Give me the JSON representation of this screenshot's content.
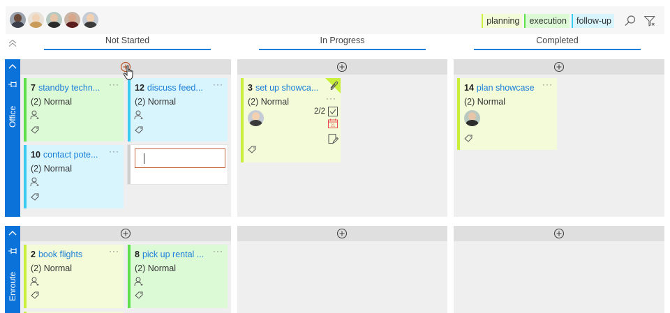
{
  "toolbar": {
    "avatars": [
      {
        "name": "user-1",
        "skin": "#6b4a3a",
        "body": "#3a3f4a",
        "bg": "#9aa3ad"
      },
      {
        "name": "user-2",
        "skin": "#f1d4b8",
        "body": "#c99b5a",
        "bg": "#e8e2d8"
      },
      {
        "name": "user-3",
        "skin": "#e6c5a8",
        "body": "#2c2c2c",
        "bg": "#b7c9c0"
      },
      {
        "name": "user-4",
        "skin": "#d9a88c",
        "body": "#5b1d1d",
        "bg": "#c8b5a6"
      },
      {
        "name": "user-5",
        "skin": "#f2d0b0",
        "body": "#3b3b3b",
        "bg": "#c6ccd6"
      }
    ],
    "tags": [
      {
        "label": "planning",
        "bg": "#f3fbd8",
        "border": "#c9ef3a"
      },
      {
        "label": "execution",
        "bg": "#ddfad6",
        "border": "#5ee04a"
      },
      {
        "label": "follow-up",
        "bg": "#d8f4fd",
        "border": "#3ccbf0"
      }
    ],
    "search_icon": "search-icon",
    "filter_icon": "clear-filter-icon"
  },
  "columns": [
    {
      "label": "Not Started"
    },
    {
      "label": "In Progress"
    },
    {
      "label": "Completed"
    }
  ],
  "swimlanes": [
    {
      "label": "Office"
    },
    {
      "label": "Enroute"
    }
  ],
  "cards": {
    "c7": {
      "id": "7",
      "title": "standby techn...",
      "priority": "(2) Normal"
    },
    "c12": {
      "id": "12",
      "title": "discuss feed...",
      "priority": "(2) Normal"
    },
    "c10": {
      "id": "10",
      "title": "contact pote...",
      "priority": "(2) Normal"
    },
    "c3": {
      "id": "3",
      "title": "set up showca...",
      "priority": "(2) Normal",
      "checklist": "2/2"
    },
    "c14": {
      "id": "14",
      "title": "plan showcase",
      "priority": "(2) Normal"
    },
    "c2": {
      "id": "2",
      "title": "book flights",
      "priority": "(2) Normal"
    },
    "c8": {
      "id": "8",
      "title": "pick up rental ...",
      "priority": "(2) Normal"
    }
  },
  "more_label": "···",
  "new_card": {
    "value": ""
  },
  "colors": {
    "accent": "#0a72d9",
    "link": "#1a7fd9",
    "planning": "#c9ef3a",
    "execution": "#5ee04a",
    "follow_up": "#3ccbf0",
    "input_border": "#c8643a"
  }
}
